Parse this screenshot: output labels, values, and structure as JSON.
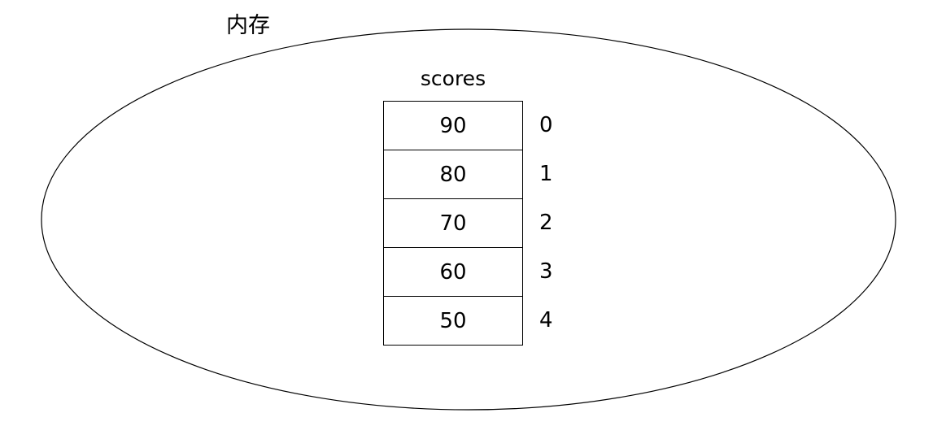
{
  "diagram": {
    "memory_label": "内存",
    "array_name": "scores",
    "cells": [
      {
        "value": "90",
        "index": "0"
      },
      {
        "value": "80",
        "index": "1"
      },
      {
        "value": "70",
        "index": "2"
      },
      {
        "value": "60",
        "index": "3"
      },
      {
        "value": "50",
        "index": "4"
      }
    ],
    "colors": {
      "stroke": "#000000",
      "background": "#ffffff",
      "text": "#000000"
    }
  }
}
